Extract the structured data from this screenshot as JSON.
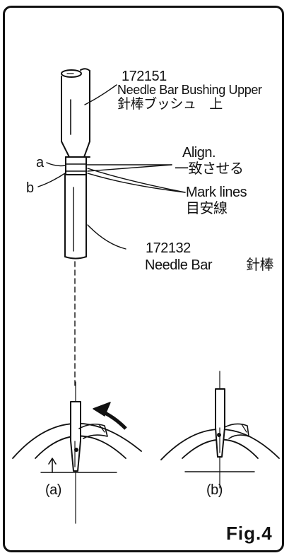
{
  "upper": {
    "part_no": "172151",
    "name_en": "Needle Bar Bushing Upper",
    "name_jp": "針棒ブッシュ　上"
  },
  "align": {
    "en": "Align.",
    "jp": "一致させる"
  },
  "marks": {
    "a": "a",
    "b": "b",
    "en": "Mark lines",
    "jp": "目安線"
  },
  "needle_bar": {
    "part_no": "172132",
    "name_en": "Needle Bar",
    "name_jp": "針棒"
  },
  "detail_a": "(a)",
  "detail_b": "(b)",
  "figure": "Fig.4"
}
